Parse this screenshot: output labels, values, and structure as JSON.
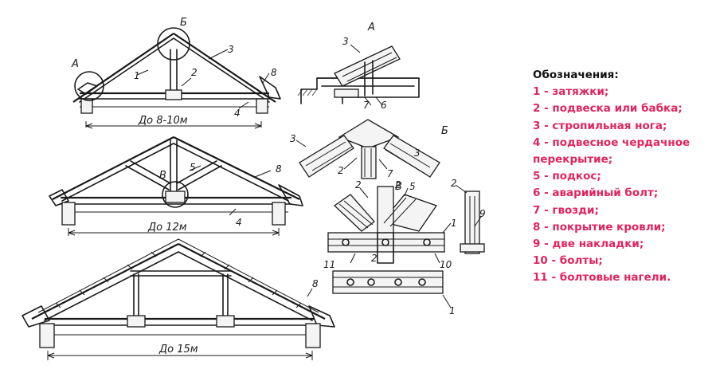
{
  "legend": {
    "title": "Обозначения:",
    "color_title": "#111111",
    "color_items": "#e0245e",
    "items": [
      "1 - затяжки;",
      "2 - подвеска или бабка;",
      "3 - стропильная нога;",
      "4 - подвесное чердачное",
      "перекрытие;",
      "5 - подкос;",
      "6 - аварийный болт;",
      "7 - гвозди;",
      "8 - покрытие кровли;",
      "9 - две накладки;",
      "10 - болты;",
      "11 - болтовые нагели."
    ]
  },
  "truss1": {
    "span": "До 8-10м",
    "circle_a": "А",
    "circle_b": "Б",
    "n1": "1",
    "n2": "2",
    "n3": "3",
    "n4": "4",
    "n8": "8"
  },
  "truss2": {
    "span": "До 12м",
    "circle_v": "В",
    "n4": "4",
    "n5": "5",
    "n8": "8"
  },
  "truss3": {
    "span": "До 15м",
    "n8": "8"
  },
  "detailA": {
    "title": "А",
    "n3": "3",
    "n6": "6",
    "n7": "7"
  },
  "detailB": {
    "title": "Б",
    "n2": "2",
    "n3": "3",
    "n3b": "3",
    "n7": "7"
  },
  "detailV": {
    "title": "В",
    "n2": "2",
    "n2b": "2",
    "n2c": "2",
    "n5": "5",
    "n1": "1",
    "n1b": "1",
    "n2d": "2",
    "n9": "9",
    "n10": "10",
    "n11": "11"
  }
}
